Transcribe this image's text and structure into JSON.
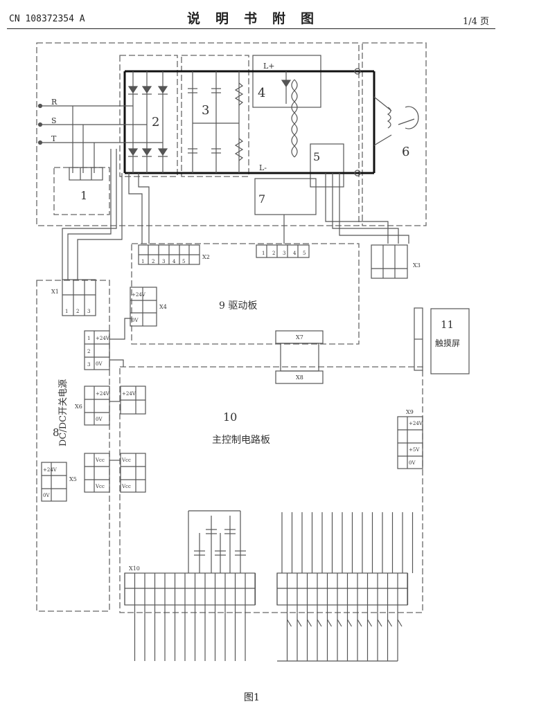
{
  "header": {
    "doc_id": "CN 108372354 A",
    "title": "说明书附图",
    "page": "1/4 页"
  },
  "figure": {
    "caption": "图1",
    "phases": [
      "R",
      "S",
      "T"
    ],
    "rails": {
      "positive": "L+",
      "negative": "L-"
    },
    "blocks": {
      "b1": "1",
      "b2": "2",
      "b3": "3",
      "b4": "4",
      "b5": "5",
      "b6": "6",
      "b7": "7",
      "b8_num": "8",
      "b8_name": "DC/DC开关电源",
      "b9": "9 驱动板",
      "b10_num": "10",
      "b10_name": "主控制电路板",
      "b11_num": "11",
      "b11_name": "触摸屏"
    },
    "connectors": {
      "x1": "X1",
      "x2": "X2",
      "x3": "X3",
      "x4": "X4",
      "x5": "X5",
      "x6": "X6",
      "x7": "X7",
      "x8": "X8",
      "x10": "X10",
      "x9_label": "X9"
    },
    "pins": {
      "p24": "+24V",
      "p0": "0V",
      "p5": "+5V",
      "vcc": "Vcc",
      "n1": "1",
      "n2": "2",
      "n3": "3",
      "n4": "4",
      "n5": "5"
    }
  }
}
